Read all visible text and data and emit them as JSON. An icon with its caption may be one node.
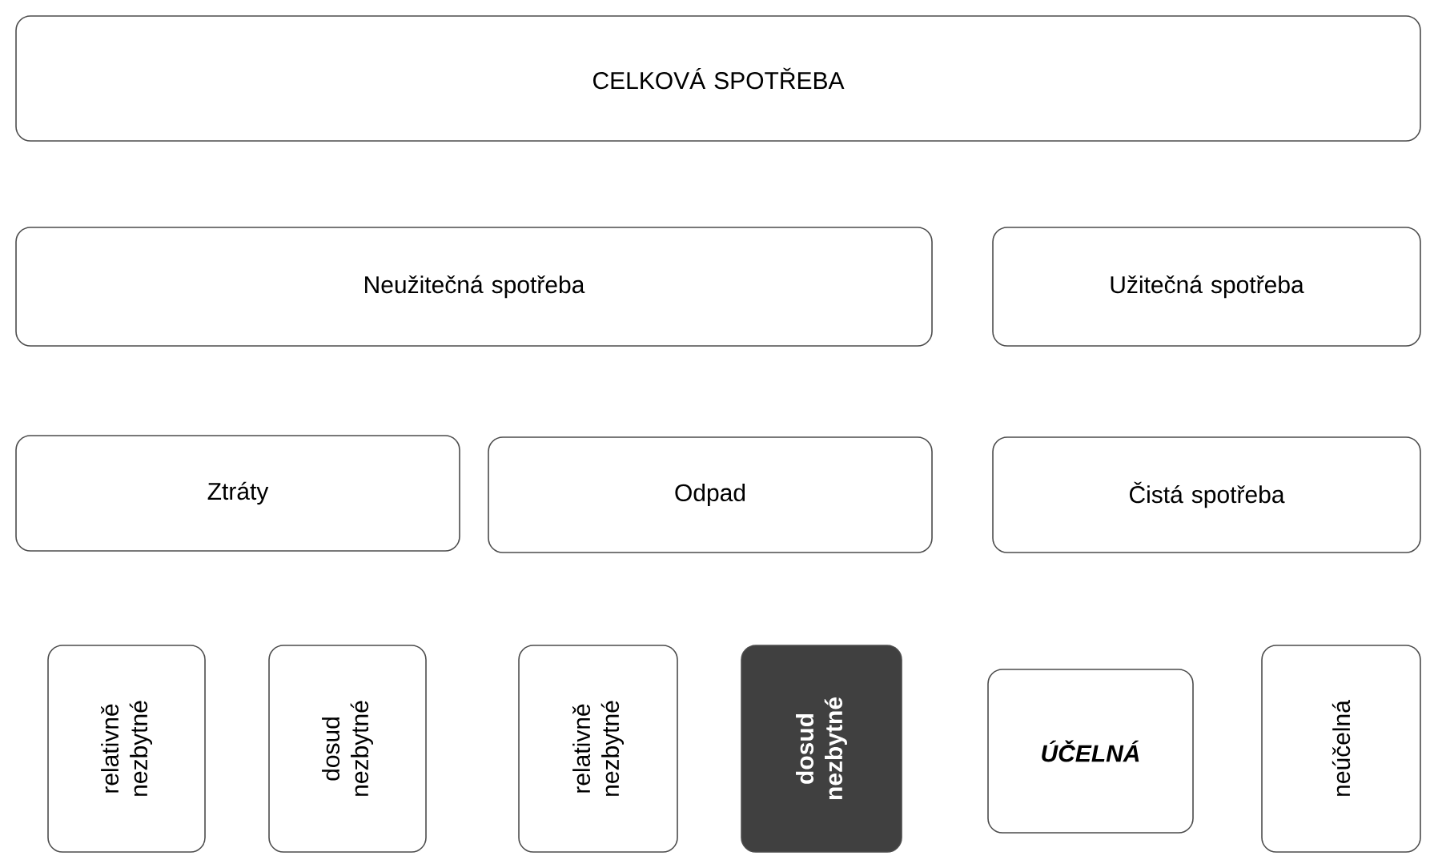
{
  "diagram": {
    "nodes": [
      {
        "text": [
          "CELKOVÁ SPOTŘEBA"
        ]
      },
      {
        "text": [
          "Neužitečná spotřeba"
        ]
      },
      {
        "text": [
          "Užitečná spotřeba"
        ]
      },
      {
        "text": [
          "Ztráty"
        ]
      },
      {
        "text": [
          "Odpad"
        ]
      },
      {
        "text": [
          "Čistá spotřeba"
        ]
      },
      {
        "text": [
          "relativně nezbytné"
        ]
      },
      {
        "text": [
          "dosud nezbytné"
        ]
      },
      {
        "text": [
          "relativně nezbytné"
        ]
      },
      {
        "text": [
          "dosud nezbytné"
        ]
      },
      {
        "text": [
          "ÚČELNÁ"
        ]
      },
      {
        "text": [
          "neúčelná"
        ]
      }
    ]
  }
}
